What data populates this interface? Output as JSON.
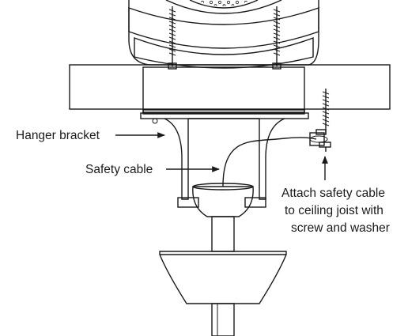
{
  "labels": {
    "hanger_bracket": "Hanger bracket",
    "safety_cable": "Safety cable",
    "attach_line1": "Attach safety cable",
    "attach_line2": "to ceiling joist with",
    "attach_line3": "screw and washer"
  },
  "colors": {
    "outline": "#1a1a1a",
    "box_fill": "#c8c8c8",
    "pad_fill": "#8c8c8c",
    "canopy_fill": "#f3f3f3",
    "dot_fill": "#ffffff"
  }
}
